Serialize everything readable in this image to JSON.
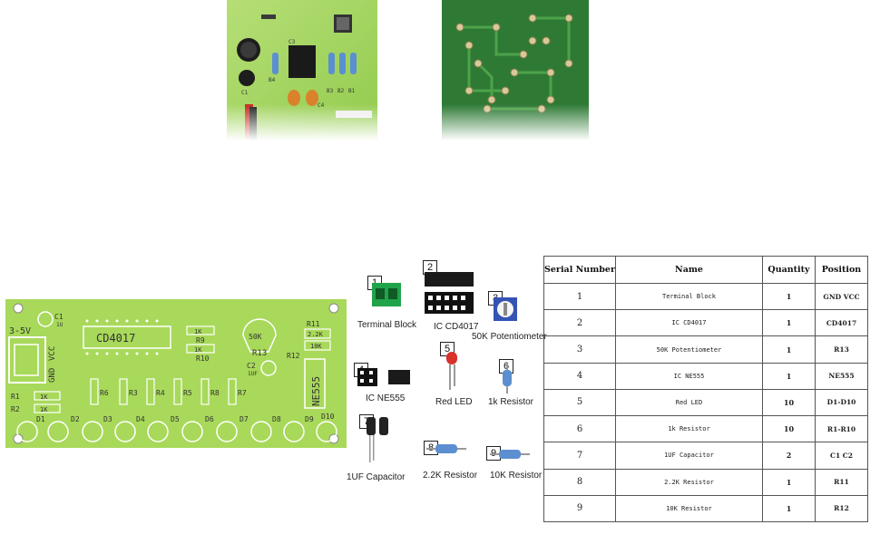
{
  "top_board_text": {
    "c3": "C3",
    "c4": "C4",
    "c1": "C1",
    "b4": "B4",
    "b3": "B3",
    "b2": "B2",
    "b1": "B1"
  },
  "pcb": {
    "voltage": "3-5V",
    "vcc": "VCC",
    "gnd": "GND",
    "c1": "C1",
    "c1_value": "1U",
    "ic_main": "CD4017",
    "pot_value": "50K",
    "r13": "R13",
    "r11": "R11",
    "r11_value": "2.2K",
    "r12": "R12",
    "r12_value": "10K",
    "r9": "R9",
    "r10": "R10",
    "one_k": "1K",
    "c2": "C2",
    "c2_value": "1UF",
    "ic_timer": "NE555",
    "r1": "R1",
    "r2": "R2",
    "resistors_mid": [
      "R6",
      "R3",
      "R4",
      "R5",
      "R8",
      "R7"
    ],
    "leds": [
      "D1",
      "D2",
      "D3",
      "D4",
      "D5",
      "D6",
      "D7",
      "D8",
      "D9",
      "D10"
    ]
  },
  "parts": [
    {
      "num": "1",
      "label": "Terminal Block"
    },
    {
      "num": "2",
      "label": "IC CD4017"
    },
    {
      "num": "3",
      "label": "50K Potentiometer"
    },
    {
      "num": "4",
      "label": "IC NE555"
    },
    {
      "num": "5",
      "label": "Red LED"
    },
    {
      "num": "6",
      "label": "1k Resistor"
    },
    {
      "num": "7",
      "label": "1UF Capacitor"
    },
    {
      "num": "8",
      "label": "2.2K Resistor"
    },
    {
      "num": "9",
      "label": "10K Resistor"
    }
  ],
  "table": {
    "headers": [
      "Serial Number",
      "Name",
      "Quantity",
      "Position"
    ],
    "rows": [
      {
        "sn": "1",
        "name": "Terminal Block",
        "qty": "1",
        "pos": "GND VCC"
      },
      {
        "sn": "2",
        "name": "IC CD4017",
        "qty": "1",
        "pos": "CD4017"
      },
      {
        "sn": "3",
        "name": "50K Potentiometer",
        "qty": "1",
        "pos": "R13"
      },
      {
        "sn": "4",
        "name": "IC NE555",
        "qty": "1",
        "pos": "NE555"
      },
      {
        "sn": "5",
        "name": "Red LED",
        "qty": "10",
        "pos": "D1-D10"
      },
      {
        "sn": "6",
        "name": "1k Resistor",
        "qty": "10",
        "pos": "R1-R10"
      },
      {
        "sn": "7",
        "name": "1UF Capacitor",
        "qty": "2",
        "pos": "C1 C2"
      },
      {
        "sn": "8",
        "name": "2.2K Resistor",
        "qty": "1",
        "pos": "R11"
      },
      {
        "sn": "9",
        "name": "10K Resistor",
        "qty": "1",
        "pos": "R12"
      }
    ]
  },
  "colors": {
    "pcb_green": "#a8d95a",
    "pcb_dark_green": "#2f7a36",
    "resistor_blue": "#5b8fd0",
    "led_red": "#d8322b",
    "terminal_green": "#21a34a"
  }
}
